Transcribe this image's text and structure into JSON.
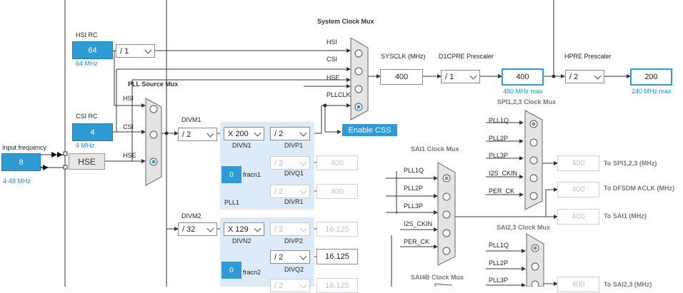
{
  "hsi_rc": {
    "title": "HSI RC",
    "value": "64",
    "freq": "64 MHz",
    "divider": "/ 1"
  },
  "csi_rc": {
    "title": "CSI RC",
    "value": "4",
    "freq": "4 MHz"
  },
  "input_freq": {
    "label": "Input frequency",
    "value": "8",
    "range": "4-48 MHz"
  },
  "hse": {
    "label": "HSE"
  },
  "pll_source_mux": {
    "title": "PLL Source Mux",
    "inputs": [
      "HSI",
      "CSI",
      "HSE"
    ]
  },
  "system_clock_mux": {
    "title": "System Clock Mux",
    "inputs": [
      "HSI",
      "CSI",
      "HSE",
      "PLLCLK"
    ]
  },
  "enable_css": "Enable CSS",
  "sysclk": {
    "label": "SYSCLK (MHz)",
    "value": "400"
  },
  "d1cpre": {
    "label": "D1CPRE Prescaler",
    "value": "/ 1",
    "out": "400",
    "max": "480 MHz max"
  },
  "hpre": {
    "label": "HPRE Prescaler",
    "value": "/ 2",
    "out": "200",
    "max": "240 MHz max"
  },
  "pll1": {
    "divm_label": "DIVM1",
    "divm": "/ 2",
    "divn": "X 200",
    "divn_label": "DIVN1",
    "divp": "/ 2",
    "divp_label": "DIVP1",
    "divq": "/ 2",
    "divq_label": "DIVQ1",
    "divq_out": "400",
    "divr": "/ 2",
    "divr_label": "DIVR1",
    "divr_out": "400",
    "frac": "0",
    "frac_label": "fracn1",
    "name": "PLL1"
  },
  "pll2": {
    "divm_label": "DIVM2",
    "divm": "/ 32",
    "divn": "X 129",
    "divn_label": "DIVN2",
    "divp": "/ 2",
    "divp_label": "DIVP2",
    "divp_out": "16.125",
    "divq": "/ 2",
    "divq_label": "DIVQ2",
    "divq_out": "16.125",
    "divr": "/ 2",
    "divr_out": "16.125",
    "frac": "0",
    "frac_label": "fracn2"
  },
  "spi123": {
    "title": "SPI1,2,3 Clock Mux",
    "inputs": [
      "PLL1Q",
      "PLL2P",
      "PLL3P",
      "I2S_CKIN",
      "PER_CK"
    ],
    "out": "400",
    "to": "To SPI1,2,3 (MHz)"
  },
  "dfsdm": {
    "out": "400",
    "to": "To DFSDM ACLK (MHz)"
  },
  "sai1": {
    "title": "SAI1 Clock Mux",
    "inputs": [
      "PLL1Q",
      "PLL2P",
      "PLL3P",
      "I2S_CKIN",
      "PER_CK"
    ],
    "out": "400",
    "to": "To SAI1 (MHz)"
  },
  "sai23": {
    "title": "SAI2,3 Clock Mux",
    "inputs": [
      "PLL1Q",
      "PLL2P",
      "PLL3P"
    ],
    "out": "400",
    "to": "To SAI2,3 (MHz)"
  },
  "sai4b": {
    "title": "SAI4B Clock Mux"
  }
}
